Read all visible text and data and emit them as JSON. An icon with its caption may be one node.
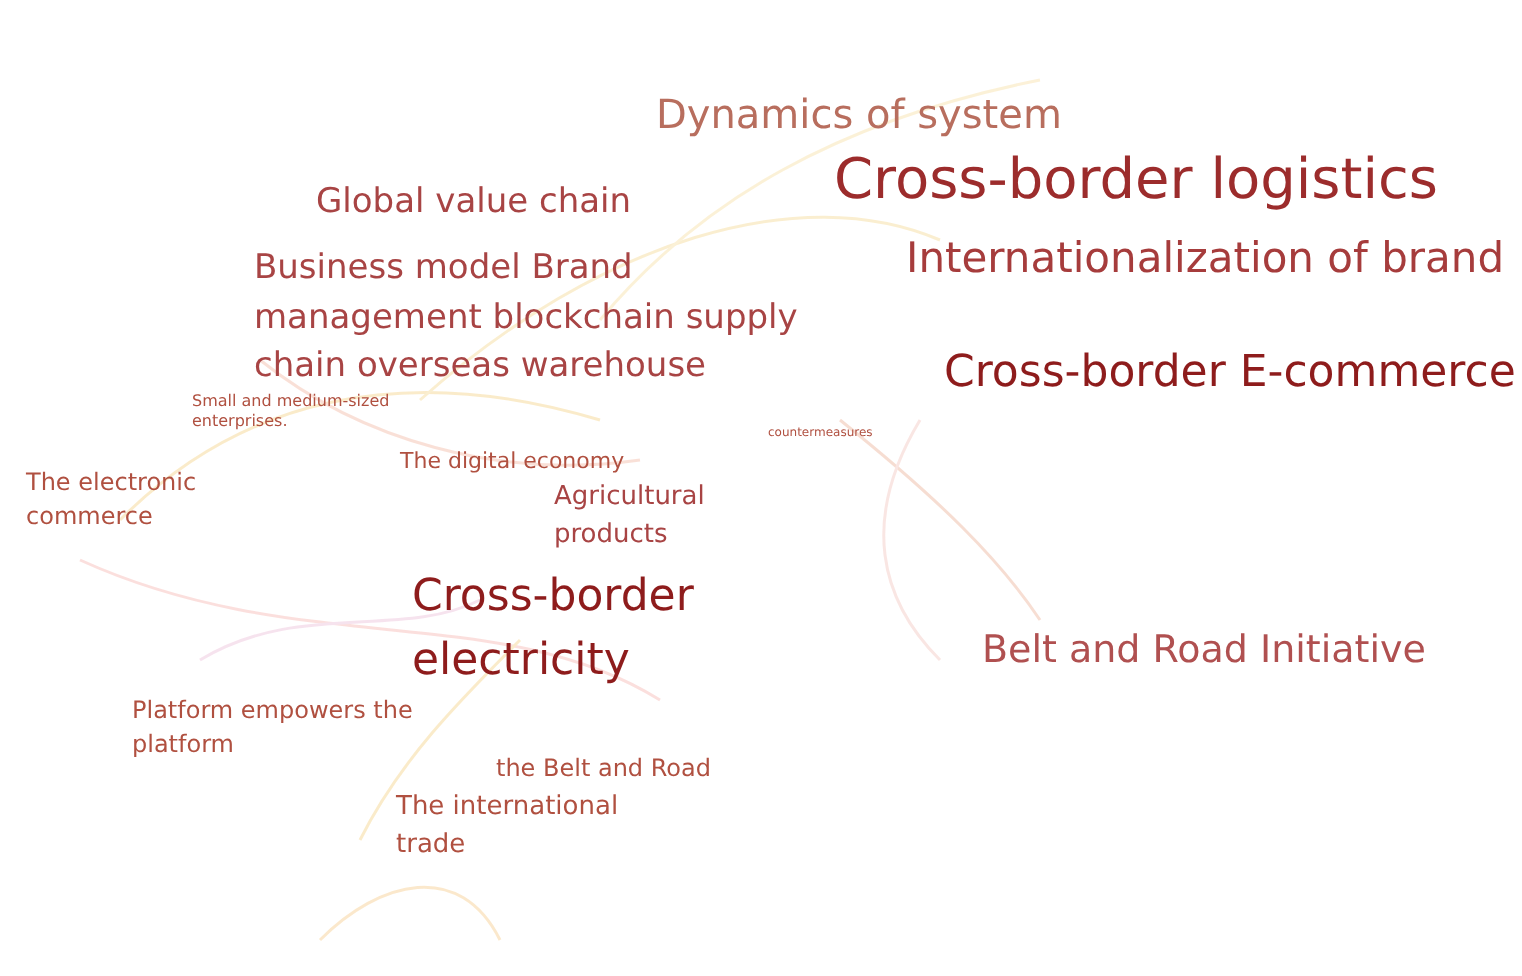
{
  "diagram": {
    "labels": [
      "Dynamics of system",
      "Cross-border logistics",
      "Global value chain",
      "Internationalization of brand",
      "Business model Brand management blockchain supply chain overseas warehouse",
      "Cross-border E-commerce",
      "Small and medium-sized enterprises.",
      "countermeasures",
      "The digital economy",
      "The electronic commerce",
      "Agricultural products",
      "Cross-border electricity",
      "Belt and Road Initiative",
      "Platform empowers the platform",
      "the Belt and Road",
      "The international trade"
    ]
  }
}
